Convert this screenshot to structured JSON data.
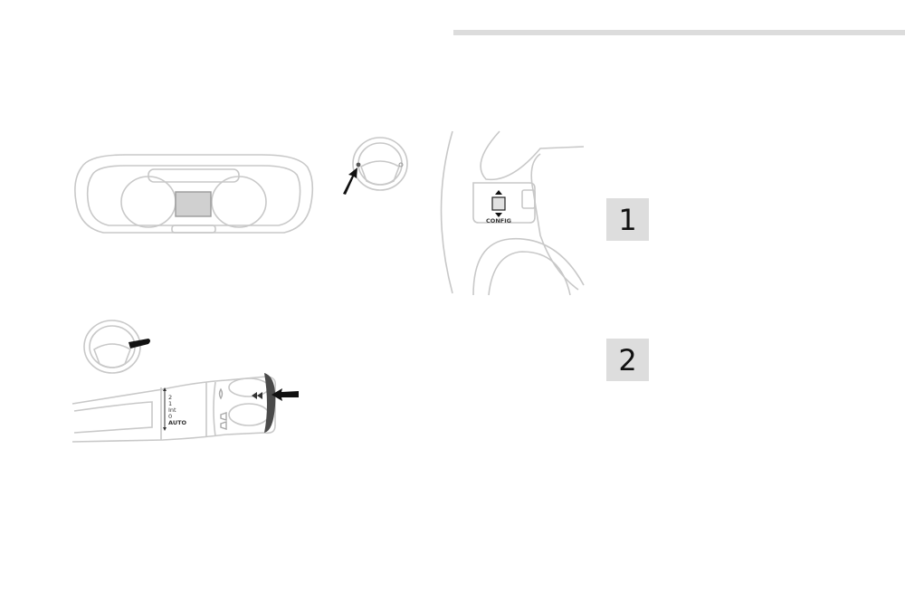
{
  "steps": [
    {
      "number": "1"
    },
    {
      "number": "2"
    }
  ],
  "control_labels": {
    "config": "CONFIG"
  },
  "stalk_labels": {
    "pos_2": "2",
    "pos_1": "1",
    "pos_int": "Int",
    "pos_0": "0",
    "pos_auto": "AUTO"
  }
}
